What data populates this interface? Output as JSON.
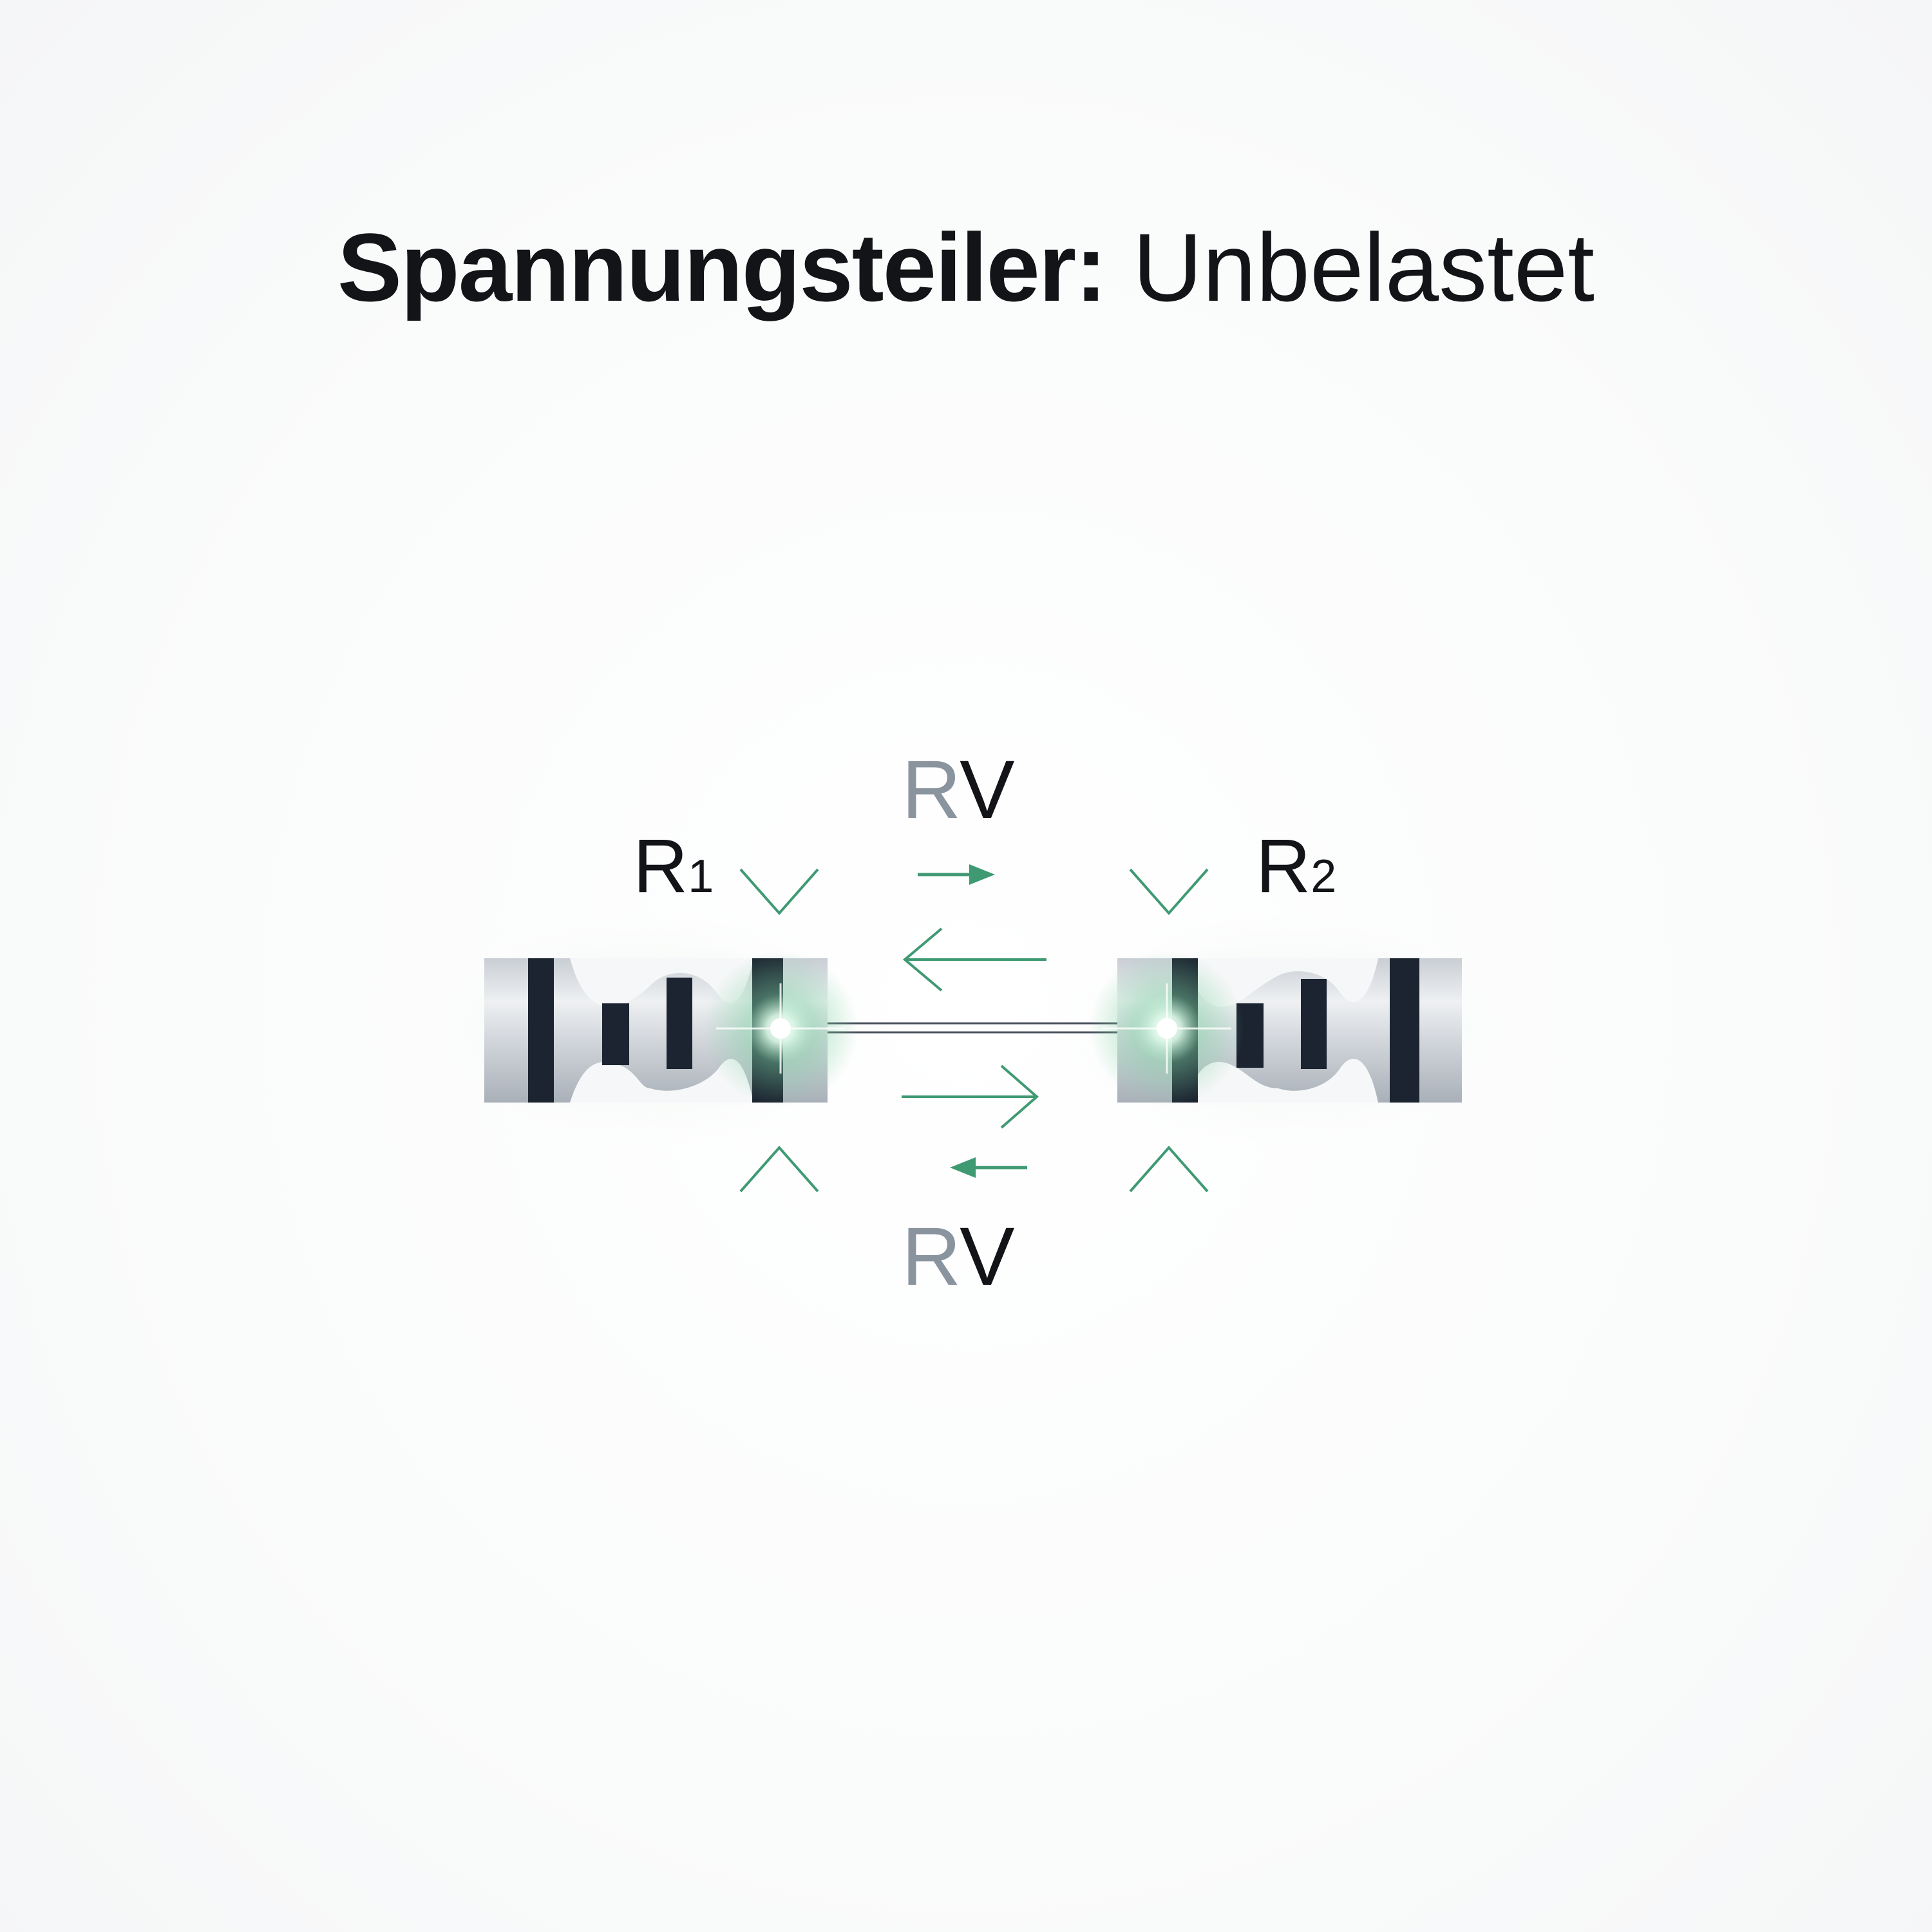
{
  "title": {
    "bold_part": "Spannungsteiler:",
    "light_part": " Unbelastet"
  },
  "labels": {
    "r1_letter": "R",
    "r1_index": "1",
    "r2_letter": "R",
    "r2_index": "2",
    "top_pair_a": "R",
    "top_pair_b": "V",
    "bottom_pair_a": "R",
    "bottom_pair_b": "V"
  },
  "colors": {
    "accent_green": "#3f9a73",
    "wire_dark": "#2b3442",
    "band_dark": "#1b2430",
    "label_gray": "#8a949e",
    "text_dark": "#121417"
  }
}
